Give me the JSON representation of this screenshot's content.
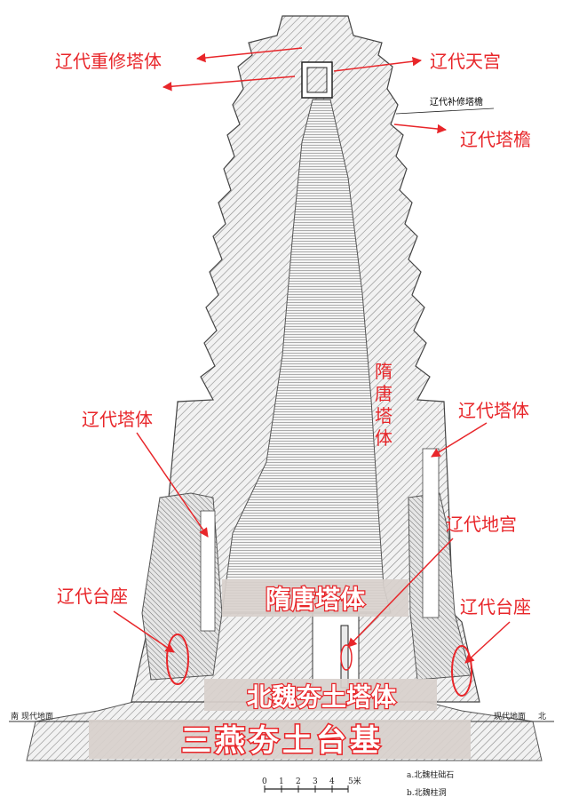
{
  "labels": {
    "liao_rebuild": "辽代重修塔体",
    "liao_tiangong": "辽代天宫",
    "liao_eave": "辽代塔檐",
    "liao_body_left": "辽代塔体",
    "liao_body_right": "辽代塔体",
    "liao_digong": "辽代地宫",
    "liao_base_left": "辽代台座",
    "liao_base_right": "辽代台座",
    "suitang_vertical": "隋唐塔体",
    "suitang_band": "隋唐塔体",
    "beiwei_band": "北魏夯土塔体",
    "sanyan_band": "三燕夯土台基"
  },
  "drawing_text": {
    "repair_eave": "辽代补修塔檐",
    "ground_left": "现代地面",
    "ground_right": "现代地面",
    "south": "南",
    "north": "北",
    "legend_a": "a.北魏柱础石",
    "legend_b": "b.北魏柱洞",
    "scale_unit": "5米",
    "scale_ticks": [
      "0",
      "1",
      "2",
      "3",
      "4"
    ]
  },
  "colors": {
    "annotation": "#e8262a",
    "hatch": "#8a8a8a",
    "band_fill": "#d8d0cc"
  }
}
